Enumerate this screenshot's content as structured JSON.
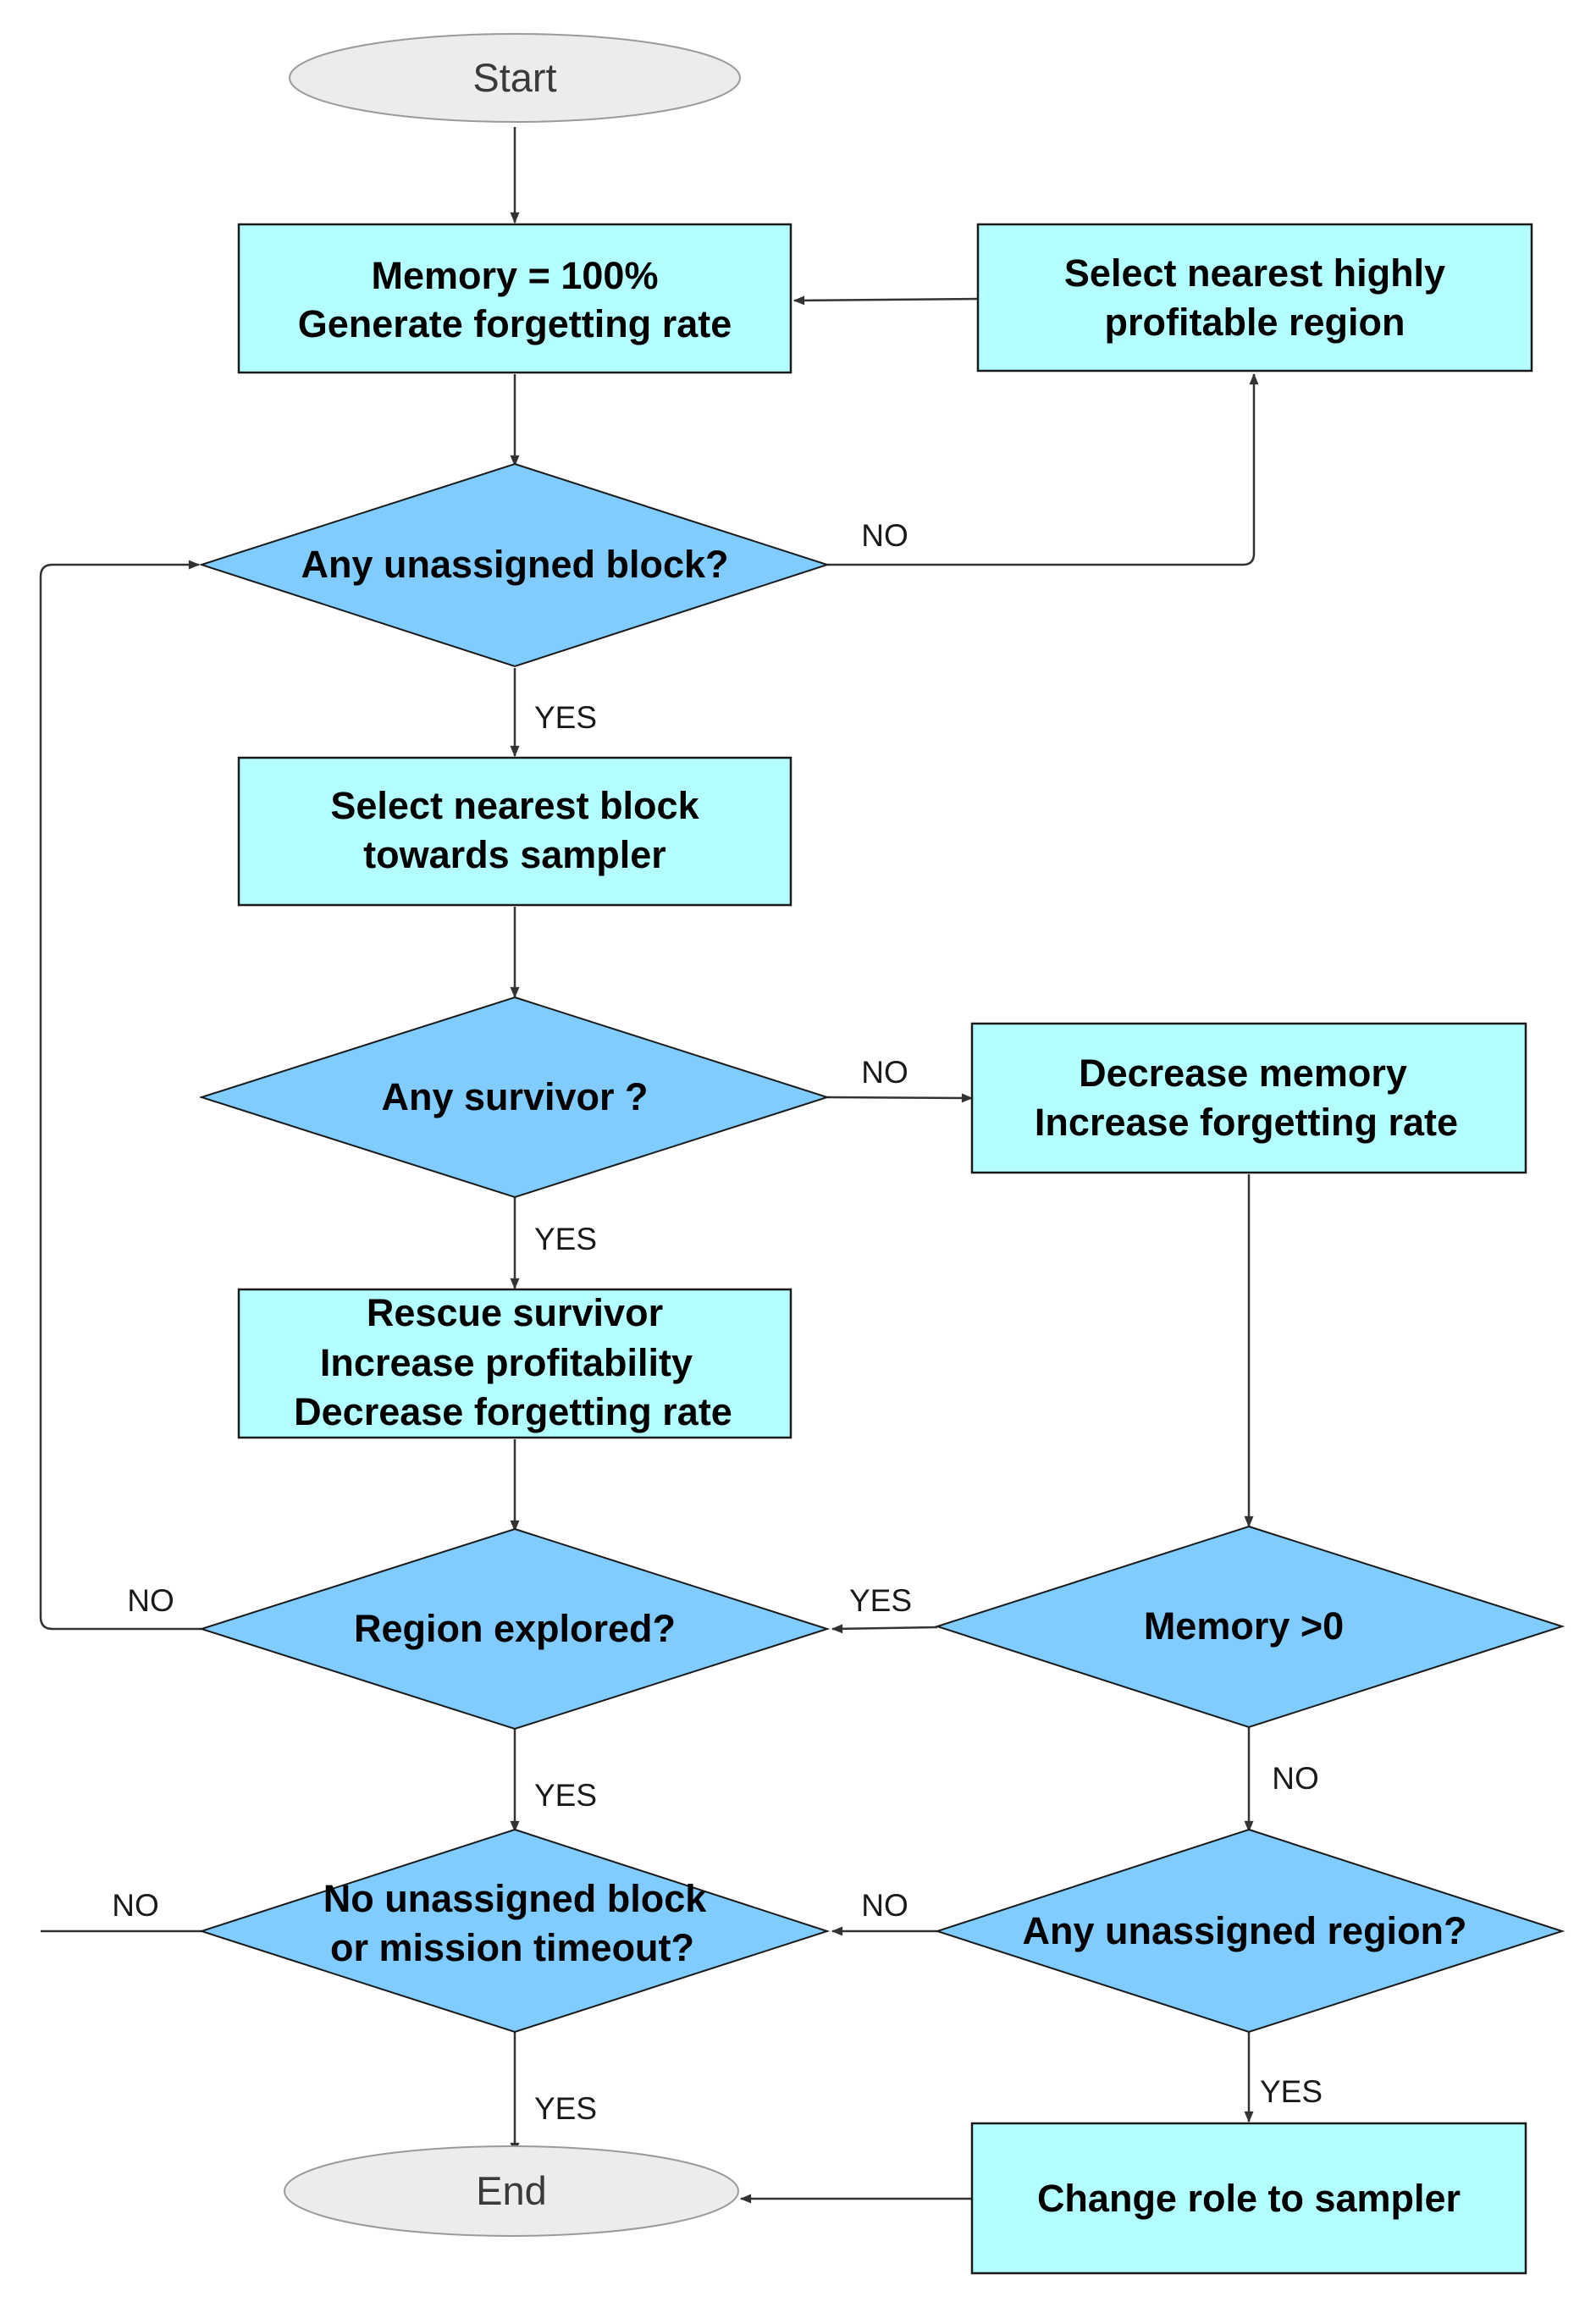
{
  "start": "Start",
  "end": "End",
  "box_memory": [
    "Memory = 100%",
    "Generate forgetting rate"
  ],
  "box_select_region": [
    "Select nearest highly",
    "profitable region"
  ],
  "dia_unassigned_block": [
    "Any unassigned block?"
  ],
  "box_select_block": [
    "Select nearest block",
    "towards sampler"
  ],
  "dia_survivor": [
    "Any survivor ?"
  ],
  "box_decrease_memory": [
    "Decrease memory",
    "Increase forgetting rate"
  ],
  "box_rescue": [
    "Rescue survivor",
    "Increase profitability",
    "Decrease forgetting rate"
  ],
  "dia_region_explored": [
    "Region explored?"
  ],
  "dia_memory_gt0": [
    "Memory >0"
  ],
  "dia_no_unassigned": [
    "No unassigned block",
    "or mission timeout?"
  ],
  "dia_unassigned_region": [
    "Any unassigned region?"
  ],
  "box_change_role": [
    "Change role to sampler"
  ],
  "labels": {
    "yes": "YES",
    "no": "NO"
  },
  "colors": {
    "process_fill": "#b3ffff",
    "decision_fill": "#80ccff",
    "terminal_fill": "#ececec"
  }
}
